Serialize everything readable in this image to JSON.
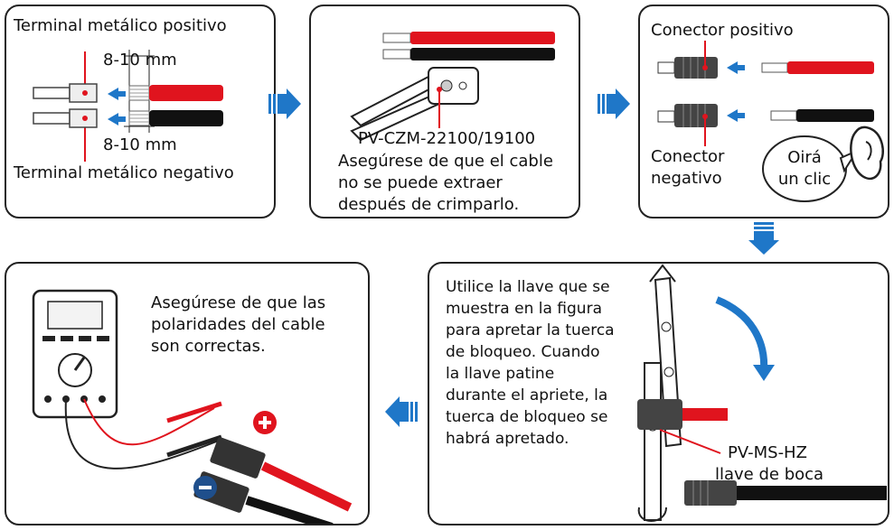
{
  "panel1": {
    "title_top": "Terminal metálico positivo",
    "measure_top": "8-10 mm",
    "measure_bottom": "8-10 mm",
    "title_bottom": "Terminal metálico negativo"
  },
  "panel2": {
    "tool": "PV-CZM-22100/19100",
    "note_line1": "Asegúrese de que el cable",
    "note_line2": "no se puede extraer",
    "note_line3": "después de crimparlo."
  },
  "panel3": {
    "positive": "Conector positivo",
    "negative_line1": "Conector",
    "negative_line2": "negativo",
    "bubble_line1": "Oirá",
    "bubble_line2": "un clic"
  },
  "panel4": {
    "line1": "Utilice la llave que se",
    "line2": "muestra en la figura",
    "line3": "para apretar la tuerca",
    "line4": "de bloqueo. Cuando",
    "line5": "la llave patine",
    "line6": "durante el apriete, la",
    "line7": "tuerca de bloqueo se",
    "line8": "habrá apretado.",
    "tool_line1": "PV-MS-HZ",
    "tool_line2": "llave de boca"
  },
  "panel5": {
    "line1": "Asegúrese de que las",
    "line2": "polaridades del cable",
    "line3": "son correctas."
  },
  "colors": {
    "accent_blue": "#1f77c8",
    "red": "#e0141e",
    "black": "#111111"
  },
  "icons": [
    "arrow-right-icon",
    "arrow-down-icon",
    "arrow-left-icon",
    "ear-icon",
    "plus-icon",
    "minus-icon",
    "multimeter-icon",
    "crimper-icon",
    "wrench-icon"
  ]
}
